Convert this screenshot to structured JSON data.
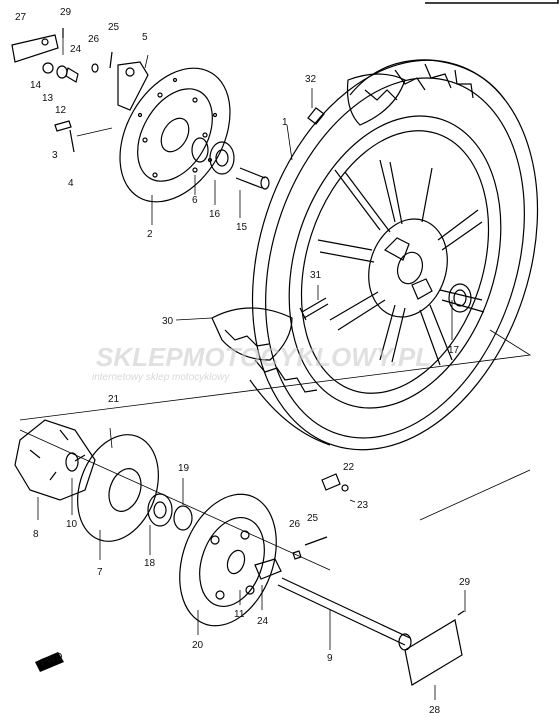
{
  "watermark": {
    "text_primary": "SKLEPMOTOCYKLOWY.PL",
    "text_secondary": "internetowy sklep motocyklowy",
    "primary_color": "#d63b3b",
    "secondary_color": "#b8b8b8"
  },
  "fwd_marker": "FWD",
  "labels": {
    "l1": "1",
    "l2": "2",
    "l3": "3",
    "l4": "4",
    "l5": "5",
    "l6": "6",
    "l7": "7",
    "l8": "8",
    "l9": "9",
    "l10": "10",
    "l11": "11",
    "l12": "12",
    "l13": "13",
    "l14": "14",
    "l15": "15",
    "l16": "16",
    "l17": "17",
    "l18": "18",
    "l19": "19",
    "l20": "20",
    "l21": "21",
    "l22": "22",
    "l23": "23",
    "l24": "24",
    "l25": "25",
    "l25b": "25",
    "l26": "26",
    "l26b": "26",
    "l27": "27",
    "l28": "28",
    "l29": "29",
    "l29b": "29",
    "l30": "30",
    "l31": "31",
    "l32": "32"
  }
}
